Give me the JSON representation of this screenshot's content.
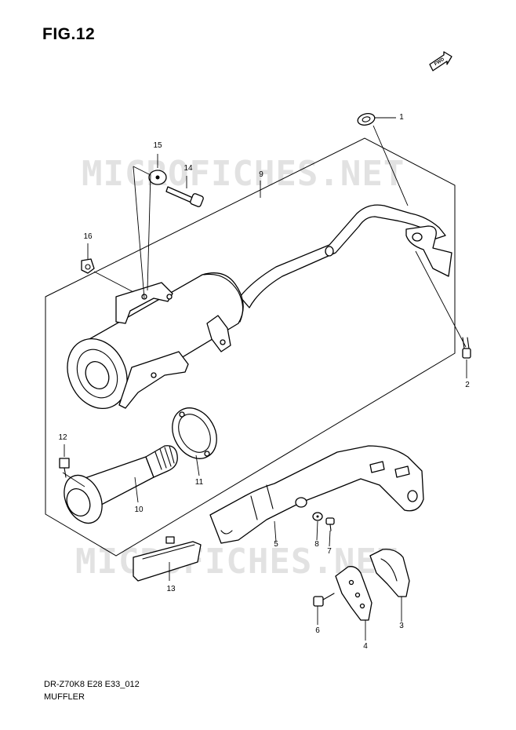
{
  "figure": {
    "title": "FIG.12",
    "model_code": "DR-Z70K8 E28 E33_012",
    "section_name": "MUFFLER",
    "direction_tag": "FWD"
  },
  "watermark": {
    "text": "MICROFICHES.NET",
    "color": "#e2e2e2"
  },
  "callouts": [
    {
      "id": "c1",
      "label": "1"
    },
    {
      "id": "c2",
      "label": "2"
    },
    {
      "id": "c3",
      "label": "3"
    },
    {
      "id": "c4",
      "label": "4"
    },
    {
      "id": "c5",
      "label": "5"
    },
    {
      "id": "c6",
      "label": "6"
    },
    {
      "id": "c7",
      "label": "7"
    },
    {
      "id": "c8",
      "label": "8"
    },
    {
      "id": "c9",
      "label": "9"
    },
    {
      "id": "c10",
      "label": "10"
    },
    {
      "id": "c11",
      "label": "11"
    },
    {
      "id": "c12",
      "label": "12"
    },
    {
      "id": "c13",
      "label": "13"
    },
    {
      "id": "c14",
      "label": "14"
    },
    {
      "id": "c15",
      "label": "15"
    },
    {
      "id": "c16",
      "label": "16"
    }
  ],
  "colors": {
    "line": "#000000",
    "background": "#ffffff"
  }
}
